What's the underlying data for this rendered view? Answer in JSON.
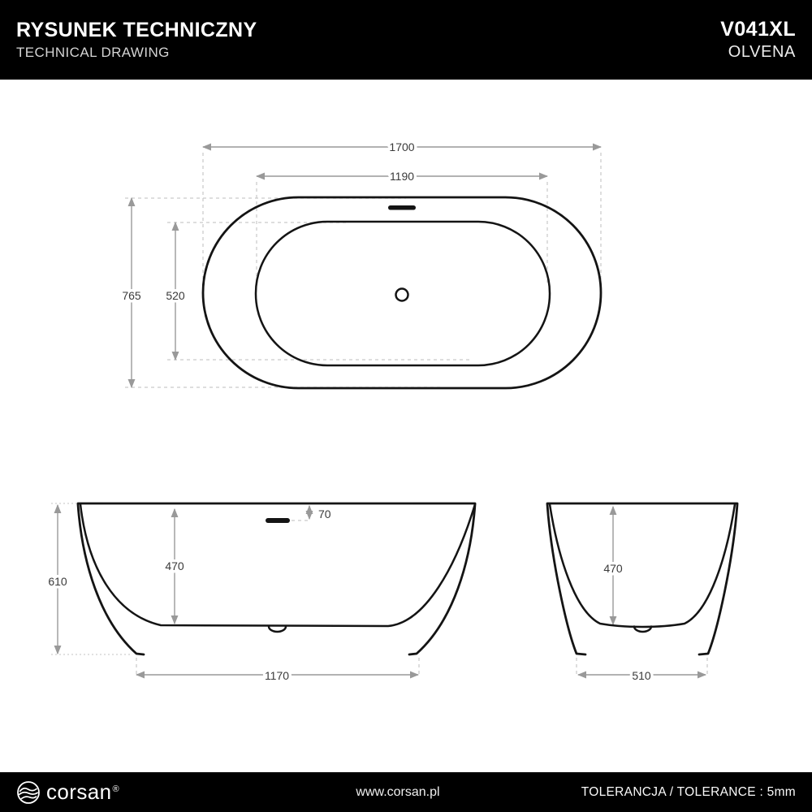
{
  "header": {
    "title": "RYSUNEK TECHNICZNY",
    "subtitle": "TECHNICAL DRAWING",
    "model": "V041XL",
    "series": "OLVENA"
  },
  "footer": {
    "brand": "corsan",
    "registered": "®",
    "website": "www.corsan.pl",
    "tolerance": "TOLERANCJA / TOLERANCE : 5mm"
  },
  "dimensions": {
    "top_view": {
      "outer_length": "1700",
      "inner_length": "1190",
      "outer_width": "765",
      "inner_width": "520"
    },
    "front_view": {
      "total_height": "610",
      "inner_depth": "470",
      "overflow_offset": "70",
      "base_length": "1170"
    },
    "side_view": {
      "inner_depth": "470",
      "base_width": "510"
    }
  },
  "colors": {
    "bar_background": "#000000",
    "title_text": "#ffffff",
    "subtitle_text": "#d4d4d4",
    "drawing_line": "#141414",
    "dimension_line": "#999999",
    "extension_line": "#c9c9c9",
    "dimension_text": "#3a3a3a"
  }
}
